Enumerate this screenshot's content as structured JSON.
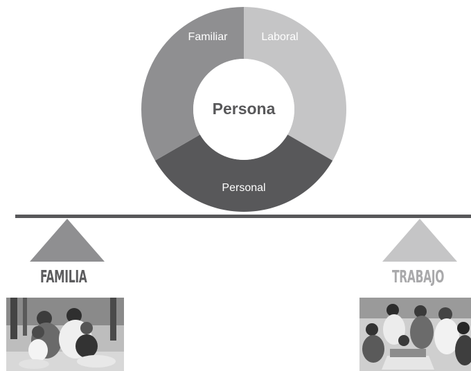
{
  "diagram": {
    "center_label": "Persona",
    "segments": [
      {
        "label": "Laboral",
        "share": 0.3333,
        "color": "#c5c5c6"
      },
      {
        "label": "Personal",
        "share": 0.3333,
        "color": "#58585a"
      },
      {
        "label": "Familiar",
        "share": 0.3334,
        "color": "#8f8f91"
      }
    ]
  },
  "balance": {
    "left_label": "FAMILIA",
    "right_label": "TRABAJO",
    "beam_color": "#58585a",
    "left_pivot_color": "#8f8f91",
    "right_pivot_color": "#c5c5c6"
  },
  "photos": {
    "left_subject": "family-photo",
    "right_subject": "work-team-photo"
  }
}
